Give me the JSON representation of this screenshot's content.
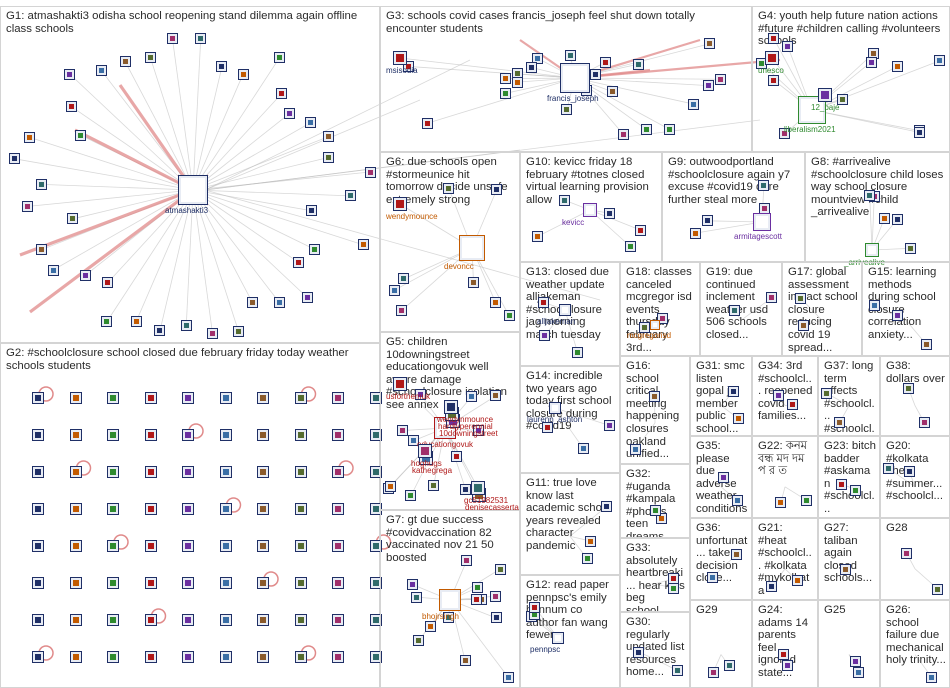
{
  "colors": {
    "edge": "#b8b8b8",
    "arrow": "#e08a8a",
    "node_border": "#1f2f66",
    "label_text": "#2b2b2b",
    "handle_colors": [
      "#1f2f66",
      "#c25a00",
      "#2f8a2f",
      "#b01818",
      "#6a2fa0"
    ]
  },
  "groups": [
    {
      "id": "G1",
      "label": "G1: atmashakti3 odisha school reopening stand dilemma again offline class schools",
      "hub": "atmashakti3",
      "hub_color": "#1f2f66",
      "spokes": 40
    },
    {
      "id": "G2",
      "label": "G2: #schoolclosure school closed due february friday today weather schools students",
      "hub": "",
      "hub_color": "#1f2f66",
      "spokes": 0
    },
    {
      "id": "G3",
      "label": "G3: schools covid cases francis_joseph feel shut down totally encounter students",
      "hub": "francis_joseph",
      "hub_color": "#1f2f66",
      "spokes": 22,
      "extra": [
        "msisodia"
      ]
    },
    {
      "id": "G4",
      "label": "G4: youth help future nation actions #future #children calling #volunteers schools",
      "hub": "liberalism2021",
      "hub_color": "#2f8a2f",
      "spokes": 12,
      "extra": [
        "unesco",
        "12_baje"
      ]
    },
    {
      "id": "G5",
      "label": "G5: children 10downingstreet educationgovuk well aware damage #schoolclosure isolation see annex",
      "hub": "educationgovuk",
      "hub_color": "#b01818",
      "spokes": 12,
      "extra": [
        "usforthemuk",
        "10downingstreet",
        "kathegrega",
        "denisecasserta",
        "hardlyperennial",
        "hoghugs",
        "gc51982531",
        "wendynmounce"
      ]
    },
    {
      "id": "G6",
      "label": "G6: due schools open #stormeunice hit tomorrow decide unsafe extremely strong",
      "hub": "devoncc",
      "hub_color": "#c25a00",
      "spokes": 8,
      "extra": [
        "wendymounce"
      ]
    },
    {
      "id": "G7",
      "label": "G7: gt due success #covidvaccination 82 vaccinated nov 21 50 boosted",
      "hub": "bhojrsingh",
      "hub_color": "#c25a00",
      "spokes": 14
    },
    {
      "id": "G8",
      "label": "G8: #arrivealive #schoolclosure child loses way school closure mountview #child _arrivealive",
      "hub": "_arrivealive",
      "hub_color": "#2f8a2f",
      "spokes": 5
    },
    {
      "id": "G9",
      "label": "G9: outwoodportland #schoolclosure again y7 excuse #covid19 dare further steal more",
      "hub": "armitagescott",
      "hub_color": "#6a2fa0",
      "spokes": 4
    },
    {
      "id": "G10",
      "label": "G10: kevicc friday 18 february #totnes closed virtual learning provision allow",
      "hub": "kevicc",
      "hub_color": "#6a2fa0",
      "spokes": 5
    },
    {
      "id": "G11",
      "label": "G11: true love know last academic school years revealed character pandemic",
      "hub": "",
      "hub_color": "#1f2f66",
      "spokes": 3
    },
    {
      "id": "G12",
      "label": "G12: read paper pennpsc's emily hannum co author fan wang fewer",
      "hub": "pennpsc",
      "hub_color": "#1f2f66",
      "spokes": 3
    },
    {
      "id": "G13",
      "label": "G13: closed due weather update alljakeman #schoolclosure jag morning march tuesday",
      "hub": "alljakeman",
      "hub_color": "#1f2f66",
      "spokes": 3
    },
    {
      "id": "G14",
      "label": "G14: incredible two years ago today first school closure during #covid19",
      "hub": "laurenn_ashton",
      "hub_color": "#1f2f66",
      "spokes": 3
    },
    {
      "id": "G15",
      "label": "G15: learning methods during school closure correlation anxiety...",
      "hub": "",
      "hub_color": "#1f2f66",
      "spokes": 3
    },
    {
      "id": "G16",
      "label": "G16: school critical meeting happening closures oakland unified...",
      "hub": "",
      "hub_color": "#1f2f66",
      "spokes": 2
    },
    {
      "id": "G17",
      "label": "G17: global assessment impact school closure reducing covid 19 spread...",
      "hub": "",
      "hub_color": "#1f2f66",
      "spokes": 2
    },
    {
      "id": "G18",
      "label": "G18: classes canceled mcgregor isd events thursday february 3rd...",
      "hub": "mcgregorisd",
      "hub_color": "#c25a00",
      "spokes": 2
    },
    {
      "id": "G19",
      "label": "G19: due continued inclement weather usd 506 schools closed...",
      "hub": "",
      "hub_color": "#1f2f66",
      "spokes": 2
    },
    {
      "id": "G20",
      "label": "G20: #kolkata #heat #summer... #schoolcl...",
      "hub": "",
      "hub_color": "#1f2f66",
      "spokes": 2
    },
    {
      "id": "G21",
      "label": "G21: #heat #schoolcl... #kolkata #mykolkata #summer...",
      "hub": "",
      "hub_color": "#1f2f66",
      "spokes": 2
    },
    {
      "id": "G22",
      "label": "G22: কনম বন্ধ মদ দম প র ত",
      "hub": "",
      "hub_color": "#1f2f66",
      "spokes": 2
    },
    {
      "id": "G23",
      "label": "G23: bitch badder #askaman #schoolcl... #festacex...",
      "hub": "",
      "hub_color": "#1f2f66",
      "spokes": 2
    },
    {
      "id": "G24",
      "label": "G24: adams 14 parents feel ignored state...",
      "hub": "",
      "hub_color": "#1f2f66",
      "spokes": 2
    },
    {
      "id": "G25",
      "label": "G25",
      "hub": "",
      "hub_color": "#1f2f66",
      "spokes": 2
    },
    {
      "id": "G26",
      "label": "G26: school failure due mechanical holy trinity...",
      "hub": "",
      "hub_color": "#1f2f66",
      "spokes": 1
    },
    {
      "id": "G27",
      "label": "G27: taliban again closed schools...",
      "hub": "",
      "hub_color": "#1f2f66",
      "spokes": 1
    },
    {
      "id": "G28",
      "label": "G28",
      "hub": "",
      "hub_color": "#1f2f66",
      "spokes": 2
    },
    {
      "id": "G29",
      "label": "G29",
      "hub": "",
      "hub_color": "#1f2f66",
      "spokes": 2
    },
    {
      "id": "G30",
      "label": "G30: regularly updated list resources home...",
      "hub": "",
      "hub_color": "#1f2f66",
      "spokes": 2
    },
    {
      "id": "G31",
      "label": "G31: smc listen gopal ji member public school...",
      "hub": "",
      "hub_color": "#1f2f66",
      "spokes": 2
    },
    {
      "id": "G32",
      "label": "G32: #uganda #kampala #photos teen dreams...",
      "hub": "",
      "hub_color": "#1f2f66",
      "spokes": 2
    },
    {
      "id": "G33",
      "label": "G33: absolutely heartbreaki... hear kids beg school...",
      "hub": "",
      "hub_color": "#1f2f66",
      "spokes": 2
    },
    {
      "id": "G34",
      "label": "G34: 3rd #schoolcl... reopened covid families...",
      "hub": "",
      "hub_color": "#1f2f66",
      "spokes": 2
    },
    {
      "id": "G35",
      "label": "G35: please due adverse weather conditions...",
      "hub": "",
      "hub_color": "#1f2f66",
      "spokes": 2
    },
    {
      "id": "G36",
      "label": "G36: unfortunat... taken decision close...",
      "hub": "",
      "hub_color": "#1f2f66",
      "spokes": 2
    },
    {
      "id": "G37",
      "label": "G37: long term effects #schoolcl... #schoolcl...",
      "hub": "",
      "hub_color": "#1f2f66",
      "spokes": 2
    },
    {
      "id": "G38",
      "label": "G38: dollars over",
      "hub": "",
      "hub_color": "#1f2f66",
      "spokes": 2
    }
  ]
}
